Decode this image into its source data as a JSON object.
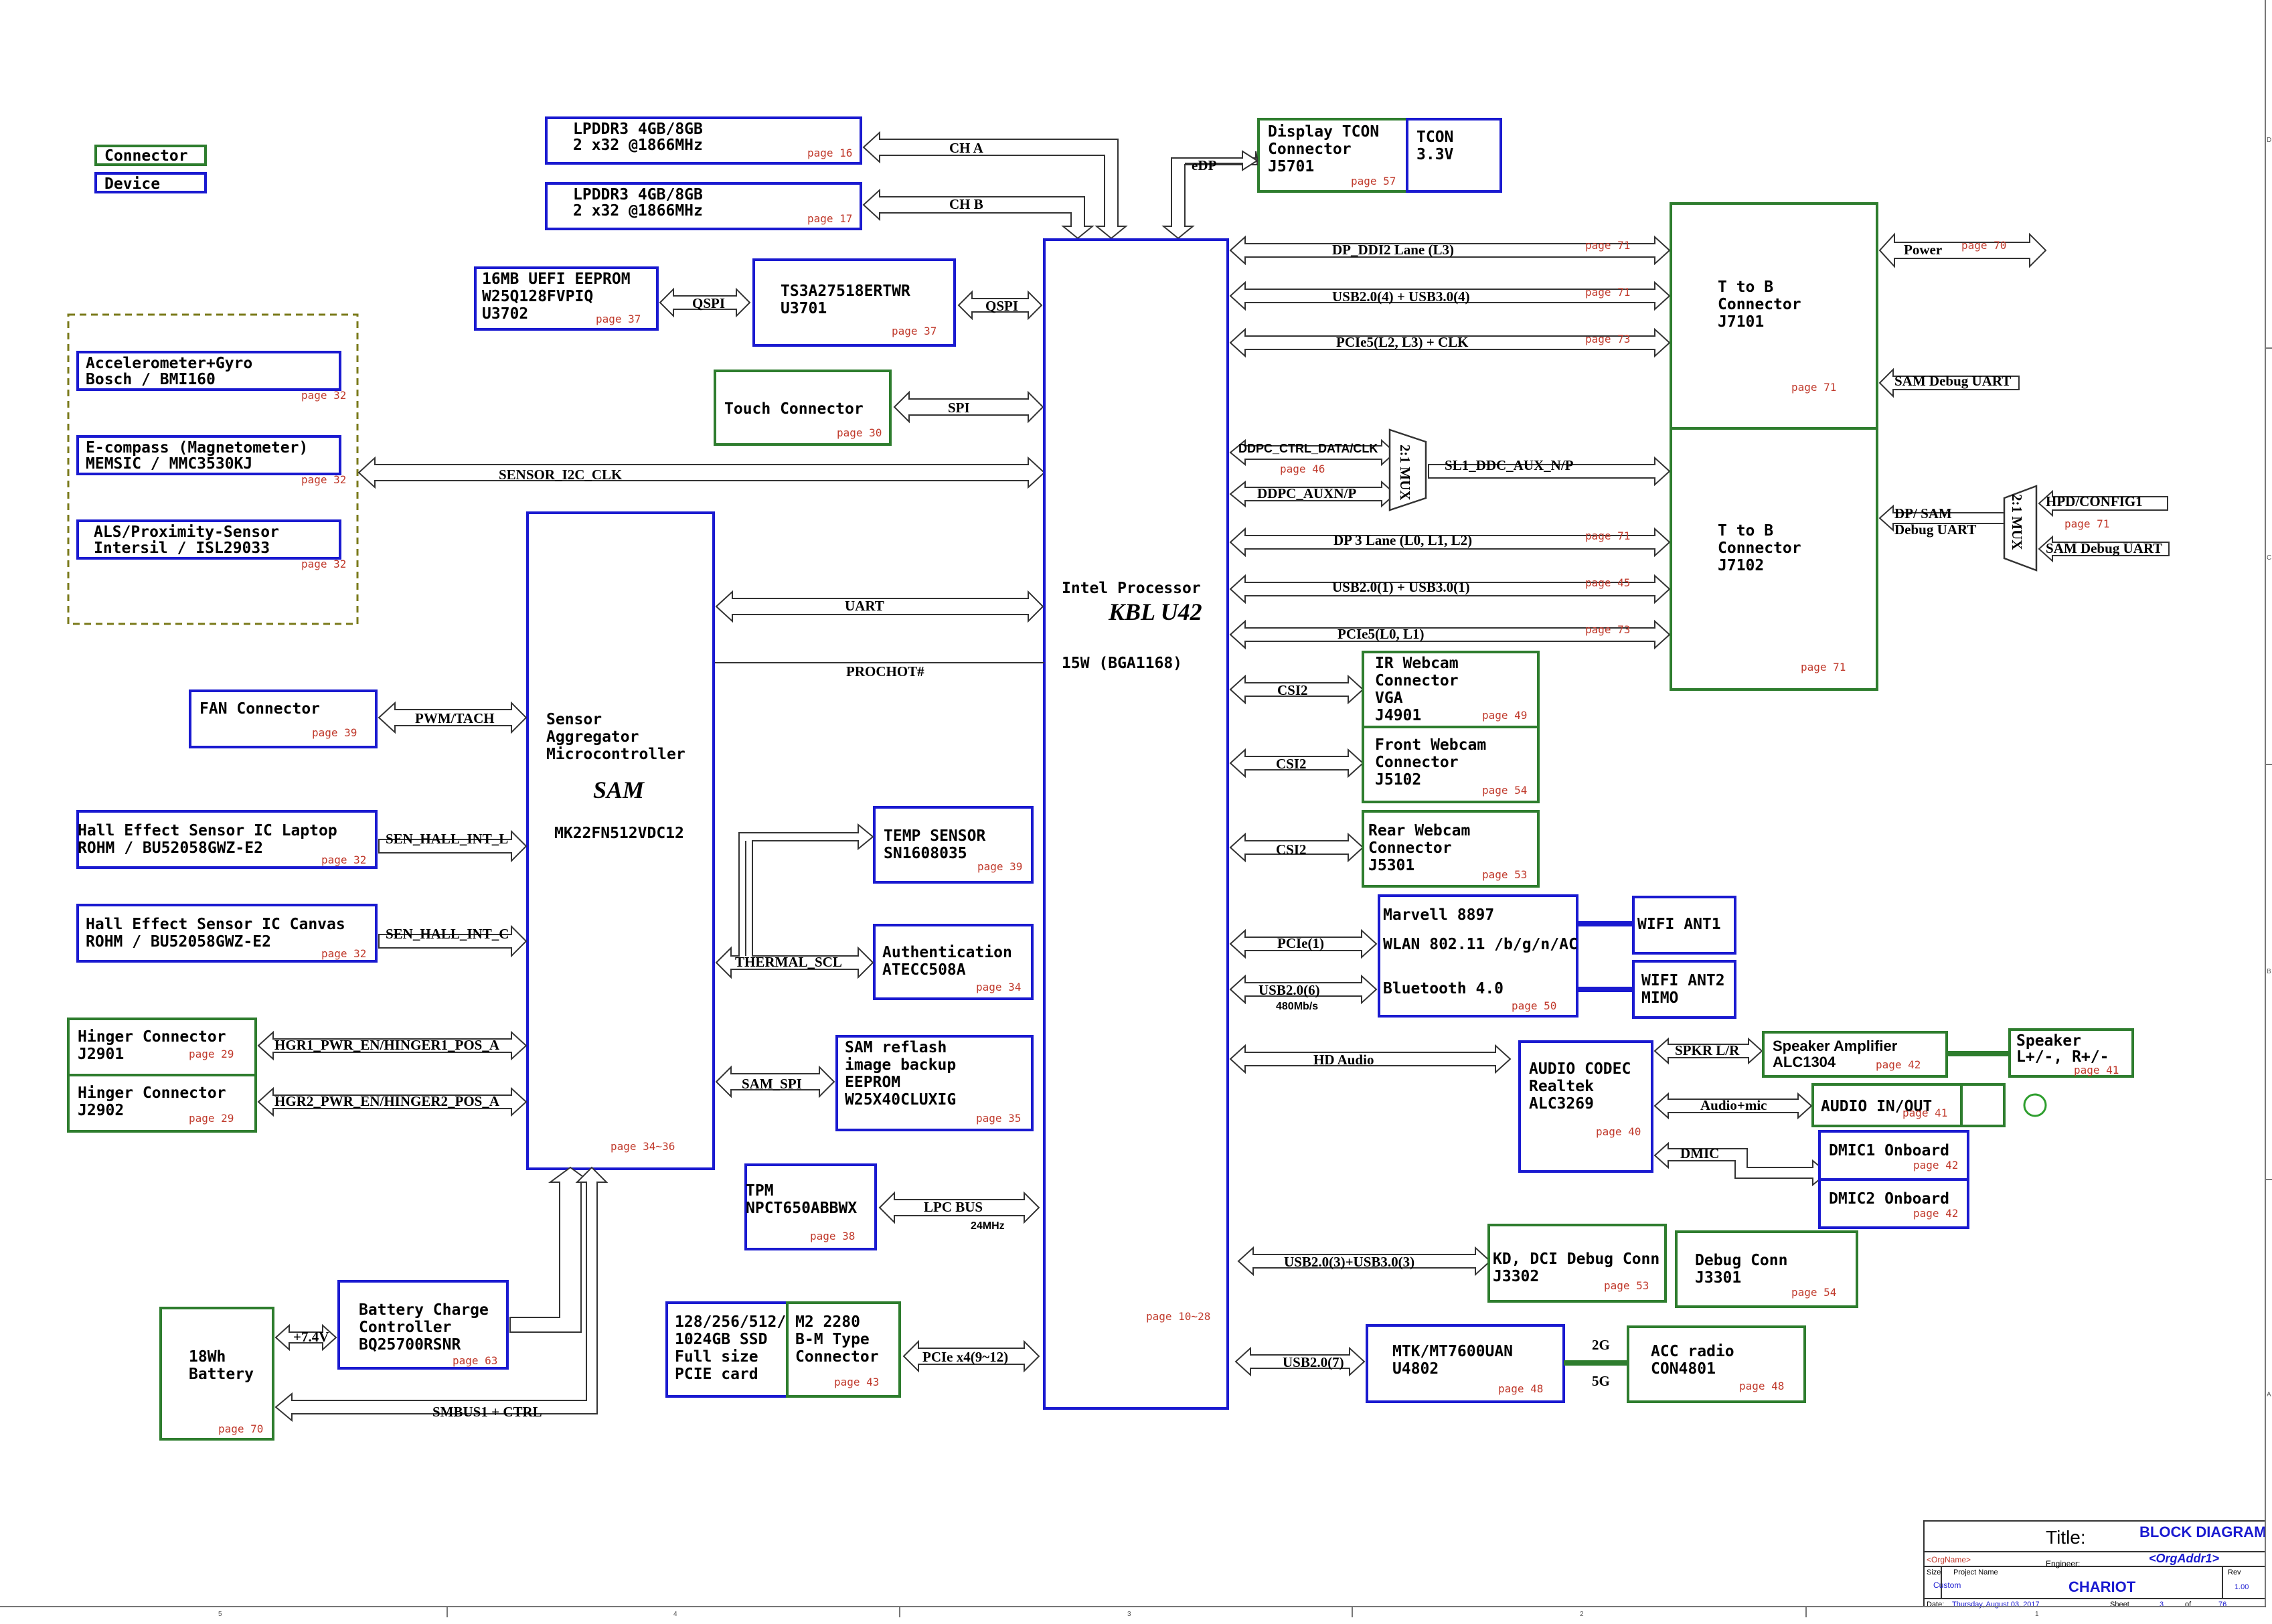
{
  "legend": {
    "connector": "Connector",
    "device": "Device"
  },
  "ram1": {
    "l1": "LPDDR3 4GB/8GB",
    "l2": "2 x32 @1866MHz",
    "page": "page 16"
  },
  "ram2": {
    "l1": "LPDDR3 4GB/8GB",
    "l2": "2 x32 @1866MHz",
    "page": "page 17"
  },
  "cha": "CH A",
  "chb": "CH B",
  "edp": "eDP",
  "tcon": {
    "l1": "Display TCON",
    "l2": "Connector",
    "l3": "J5701",
    "page": "page 57",
    "v1": "TCON",
    "v2": "3.3V"
  },
  "eeprom": {
    "l1": "16MB UEFI EEPROM",
    "l2": "W25Q128FVPIQ",
    "l3": "U3702",
    "page": "page 37"
  },
  "qspi": "QSPI",
  "ts3": {
    "l1": "TS3A27518ERTWR",
    "l2": "U3701",
    "page": "page 37"
  },
  "sensors": {
    "acc": {
      "l1": "Accelerometer+Gyro",
      "l2": "Bosch / BMI160",
      "page": "page 32"
    },
    "ecomp": {
      "l1": "E-compass (Magnetometer)",
      "l2": "MEMSIC / MMC3530KJ",
      "page": "page 32"
    },
    "als": {
      "l1": "ALS/Proximity-Sensor",
      "l2": "Intersil / ISL29033",
      "page": "page 32"
    }
  },
  "touch": {
    "l1": "Touch Connector",
    "page": "page 30"
  },
  "spi": "SPI",
  "sensor_i2c": "SENSOR_I2C_CLK",
  "cpu": {
    "l1": "Intel Processor",
    "l2": "KBL U42",
    "l3": "15W (BGA1168)",
    "page": "page 10~28"
  },
  "sam": {
    "l1": "Sensor",
    "l2": "Aggregator",
    "l3": "Microcontroller",
    "l4": "SAM",
    "l5": "MK22FN512VDC12",
    "page": "page 34~36"
  },
  "uart": "UART",
  "prochot": "PROCHOT#",
  "fan": {
    "l1": "FAN Connector",
    "page": "page 39",
    "sig": "PWM/TACH"
  },
  "hall1": {
    "l1": "Hall Effect Sensor IC Laptop",
    "l2": "ROHM / BU52058GWZ-E2",
    "page": "page 32",
    "sig": "SEN_HALL_INT_L"
  },
  "hall2": {
    "l1": "Hall Effect Sensor IC Canvas",
    "l2": "ROHM / BU52058GWZ-E2",
    "page": "page 32",
    "sig": "SEN_HALL_INT_C"
  },
  "hinger1": {
    "l1": "Hinger Connector",
    "l2": "J2901",
    "page": "page 29",
    "sig": "HGR1_PWR_EN/HINGER1_POS_A"
  },
  "hinger2": {
    "l1": "Hinger Connector",
    "l2": "J2902",
    "page": "page 29",
    "sig": "HGR2_PWR_EN/HINGER2_POS_A"
  },
  "temp": {
    "l1": "TEMP SENSOR",
    "l2": "SN1608035",
    "page": "page 39"
  },
  "auth": {
    "l1": "Authentication",
    "l2": "ATECC508A",
    "page": "page 34"
  },
  "thermal": "THERMAL_SCL",
  "flash": {
    "l1": "SAM reflash",
    "l2": "image backup",
    "l3": "EEPROM",
    "l4": "W25X40CLUXIG",
    "page": "page 35"
  },
  "sam_spi": "SAM_SPI",
  "tpm": {
    "l1": "TPM",
    "l2": "NPCT650ABBWX",
    "page": "page 38"
  },
  "lpc": {
    "l1": "LPC BUS",
    "l2": "24MHz"
  },
  "ssd": {
    "l1": "128/256/512/",
    "l2": "1024GB SSD",
    "l3": "Full size",
    "l4": "PCIE card"
  },
  "m2": {
    "l1": "M2 2280",
    "l2": "B-M Type",
    "l3": "Connector",
    "page": "page 43"
  },
  "pcie4": "PCIe x4(9~12)",
  "battery": {
    "l1": "18Wh",
    "l2": "Battery",
    "page": "page 70"
  },
  "charger": {
    "l1": "Battery Charge",
    "l2": "Controller",
    "l3": "BQ25700RSNR",
    "page": "page 63"
  },
  "v74": "+7.4V",
  "smbus": "SMBUS1 + CTRL",
  "right_sigs": {
    "dp_ddi2": "DP_DDI2 Lane (L3)",
    "dp_ddi2_page": "page 71",
    "usb4": "USB2.0(4) + USB3.0(4)",
    "usb4_page": "page 71",
    "pcie_l2": "PCIe5(L2, L3) + CLK",
    "pcie_l2_page": "page 73",
    "ddpc_ctrl": "DDPC_CTRL_DATA/CLK",
    "ddpc_page": "page 46",
    "ddpc_aux": "DDPC_AUXN/P",
    "mux": "2:1 MUX",
    "sl1": "SL1_DDC_AUX_N/P",
    "dp3": "DP 3 Lane (L0, L1, L2)",
    "dp3_page": "page 71",
    "usb1": "USB2.0(1) + USB3.0(1)",
    "usb1_page": "page 45",
    "pcie_l0": "PCIe5(L0, L1)",
    "pcie_l0_page": "page 73"
  },
  "ttob1": {
    "l1": "T to B",
    "l2": "Connector",
    "l3": "J7101",
    "page": "page 71"
  },
  "ttob2": {
    "l1": "T to B",
    "l2": "Connector",
    "l3": "J7102",
    "page": "page 71"
  },
  "power": {
    "l1": "Power",
    "page": "page 70"
  },
  "sam_debug1": "SAM Debug UART",
  "dp_sam": {
    "l1": "DP/ SAM",
    "l2": "Debug UART"
  },
  "hpd": {
    "l1": "HPD/CONFIG1",
    "page": "page 71"
  },
  "sam_debug2": "SAM Debug UART",
  "csi": "CSI2",
  "ir": {
    "l1": "IR Webcam",
    "l2": "Connector",
    "l3": "VGA",
    "l4": "J4901",
    "page": "page 49"
  },
  "front": {
    "l1": "Front Webcam",
    "l2": "Connector",
    "l3": "J5102",
    "page": "page 54"
  },
  "rear": {
    "l1": "Rear Webcam",
    "l2": "Connector",
    "l3": "J5301",
    "page": "page 53"
  },
  "marvell": {
    "l1": "Marvell 8897",
    "l2": "WLAN 802.11 /b/g/n/AC",
    "l3": "Bluetooth 4.0",
    "page": "page 50"
  },
  "pcie1": "PCIe(1)",
  "usb6": {
    "l1": "USB2.0(6)",
    "l2": "480Mb/s"
  },
  "wifi1": "WIFI ANT1",
  "wifi2": {
    "l1": "WIFI ANT2",
    "l2": "MIMO"
  },
  "hdaudio": "HD Audio",
  "codec": {
    "l1": "AUDIO CODEC",
    "l2": "Realtek",
    "l3": "ALC3269",
    "page": "page 40"
  },
  "spkr": "SPKR L/R",
  "amp": {
    "l1": "Speaker Amplifier",
    "l2": "ALC1304",
    "page": "page 42"
  },
  "speaker": {
    "l1": "Speaker",
    "l2": "L+/-, R+/-",
    "page": "page 41"
  },
  "audiomic": "Audio+mic",
  "audioio": {
    "l1": "AUDIO IN/OUT",
    "page": "page 41"
  },
  "dmic": "DMIC",
  "dmic1": {
    "l1": "DMIC1 Onboard",
    "page": "page 42"
  },
  "dmic2": {
    "l1": "DMIC2 Onboard",
    "page": "page 42"
  },
  "usb3": "USB2.0(3)+USB3.0(3)",
  "kd": {
    "l1": "KD, DCI Debug Conn",
    "l2": "J3302",
    "page": "page 53"
  },
  "debugconn": {
    "l1": "Debug Conn",
    "l2": "J3301",
    "page": "page 54"
  },
  "usb7": "USB2.0(7)",
  "mtk": {
    "l1": "MTK/MT7600UAN",
    "l2": "U4802",
    "page": "page 48"
  },
  "g2": "2G",
  "g5": "5G",
  "acc_radio": {
    "l1": "ACC radio",
    "l2": "CON4801",
    "page": "page 48"
  },
  "titleblock": {
    "title": "Title:",
    "title_val": "BLOCK DIAGRAM",
    "org": "<OrgName>",
    "engineer": "Engineer:",
    "addr": "<OrgAddr1>",
    "size": "Size",
    "size_val": "Custom",
    "project": "Project Name",
    "project_val": "CHARIOT",
    "rev": "Rev",
    "rev_val": "1.00",
    "date": "Date:",
    "date_val": "Thursday, August 03, 2017",
    "sheet": "Sheet",
    "sheet_val": "3",
    "of": "of",
    "of_val": "76"
  },
  "border": {
    "c5": "5",
    "c4": "4",
    "c3": "3",
    "c2": "2",
    "c1": "1",
    "rD": "D",
    "rC": "C",
    "rB": "B",
    "rA": "A"
  }
}
